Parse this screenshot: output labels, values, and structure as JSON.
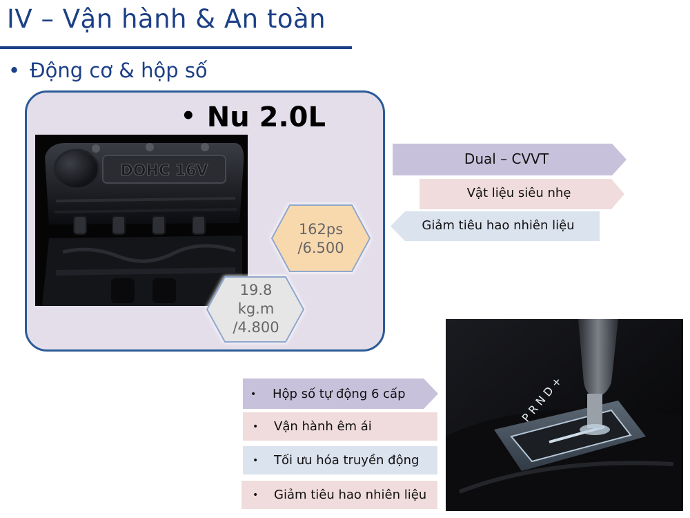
{
  "header": {
    "title": "IV – Vận hành & An toàn",
    "subtitle": "Động cơ & hộp số",
    "bullet": "•"
  },
  "engine": {
    "name": "Nu 2.0L",
    "bullet": "•",
    "power": {
      "line1": "162ps",
      "line2": "/6.500"
    },
    "torque": {
      "line1": "19.8",
      "line2": "kg.m",
      "line3": "/4.800"
    },
    "cover_text": "DOHC 16V",
    "features": [
      "Dual – CVVT",
      "Vật liệu siêu nhẹ",
      "Giảm tiêu hao nhiên liệu"
    ]
  },
  "gearbox": {
    "bullet": "•",
    "items": [
      "Hộp số tự động 6 cấp",
      "Vận hành êm ái",
      "Tối ưu hóa truyền động",
      "Giảm tiêu hao nhiên liệu"
    ],
    "shift_letters": "P R N D +"
  },
  "colors": {
    "brand_blue": "#1c3f86",
    "panel_bg": "#e4deeb",
    "tag_purple": "#c8c1db",
    "tag_pink": "#f0dcdc",
    "tag_blue": "#dbe3ef",
    "hex_orange": "#f8d9ae",
    "hex_gray": "#e6e6e6"
  }
}
